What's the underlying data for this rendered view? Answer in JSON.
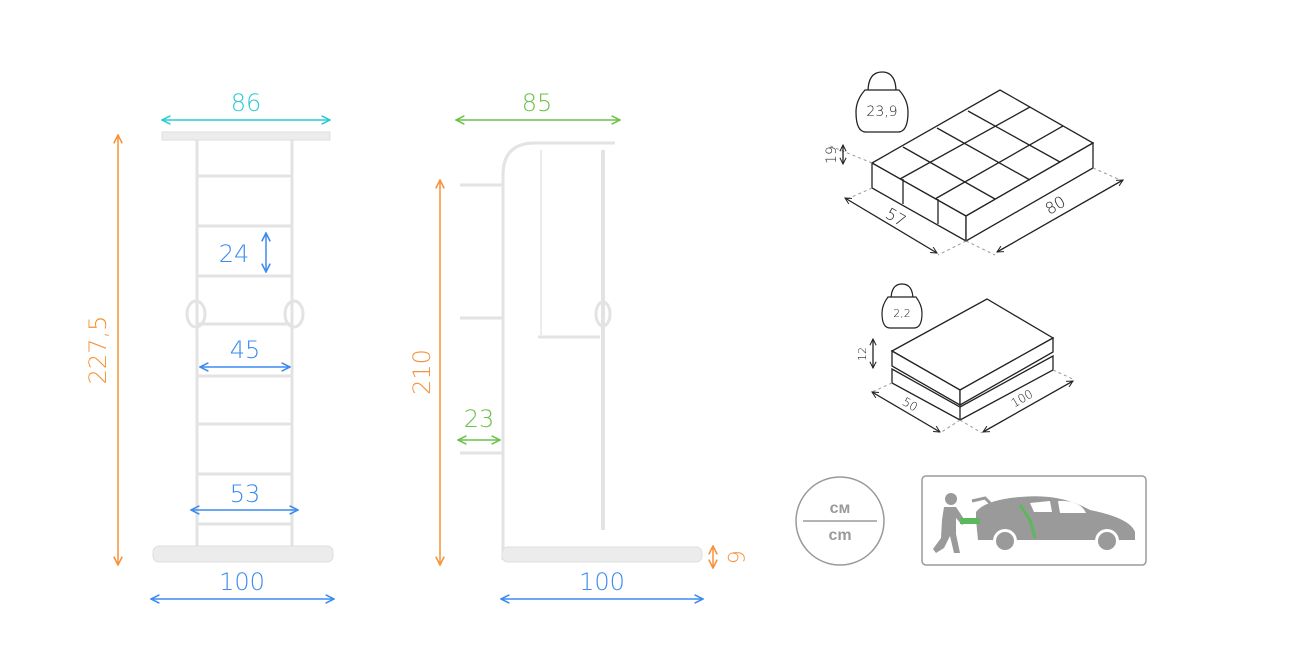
{
  "colors": {
    "cyan": "#2ccbd3",
    "green": "#6cc24a",
    "blue": "#3d8bf0",
    "orange": "#f7923a",
    "gray": "#9a9a9a"
  },
  "front_view": {
    "top_width": "86",
    "height": "227,5",
    "rung_spacing": "24",
    "inner_width": "45",
    "ring_width": "53",
    "mat_width": "100"
  },
  "side_view": {
    "depth": "85",
    "height": "210",
    "wall_offset": "23",
    "mat_length": "100",
    "mat_thickness": "6"
  },
  "package_1": {
    "weight": "23,9",
    "height": "19",
    "width": "57",
    "length": "80"
  },
  "package_2": {
    "weight": "2,2",
    "height": "12",
    "width": "50",
    "length": "100"
  },
  "units_badge": {
    "top": "см",
    "bottom": "cm"
  },
  "icons": [
    "kettlebell-icon",
    "units-icon",
    "car-transport-icon"
  ]
}
